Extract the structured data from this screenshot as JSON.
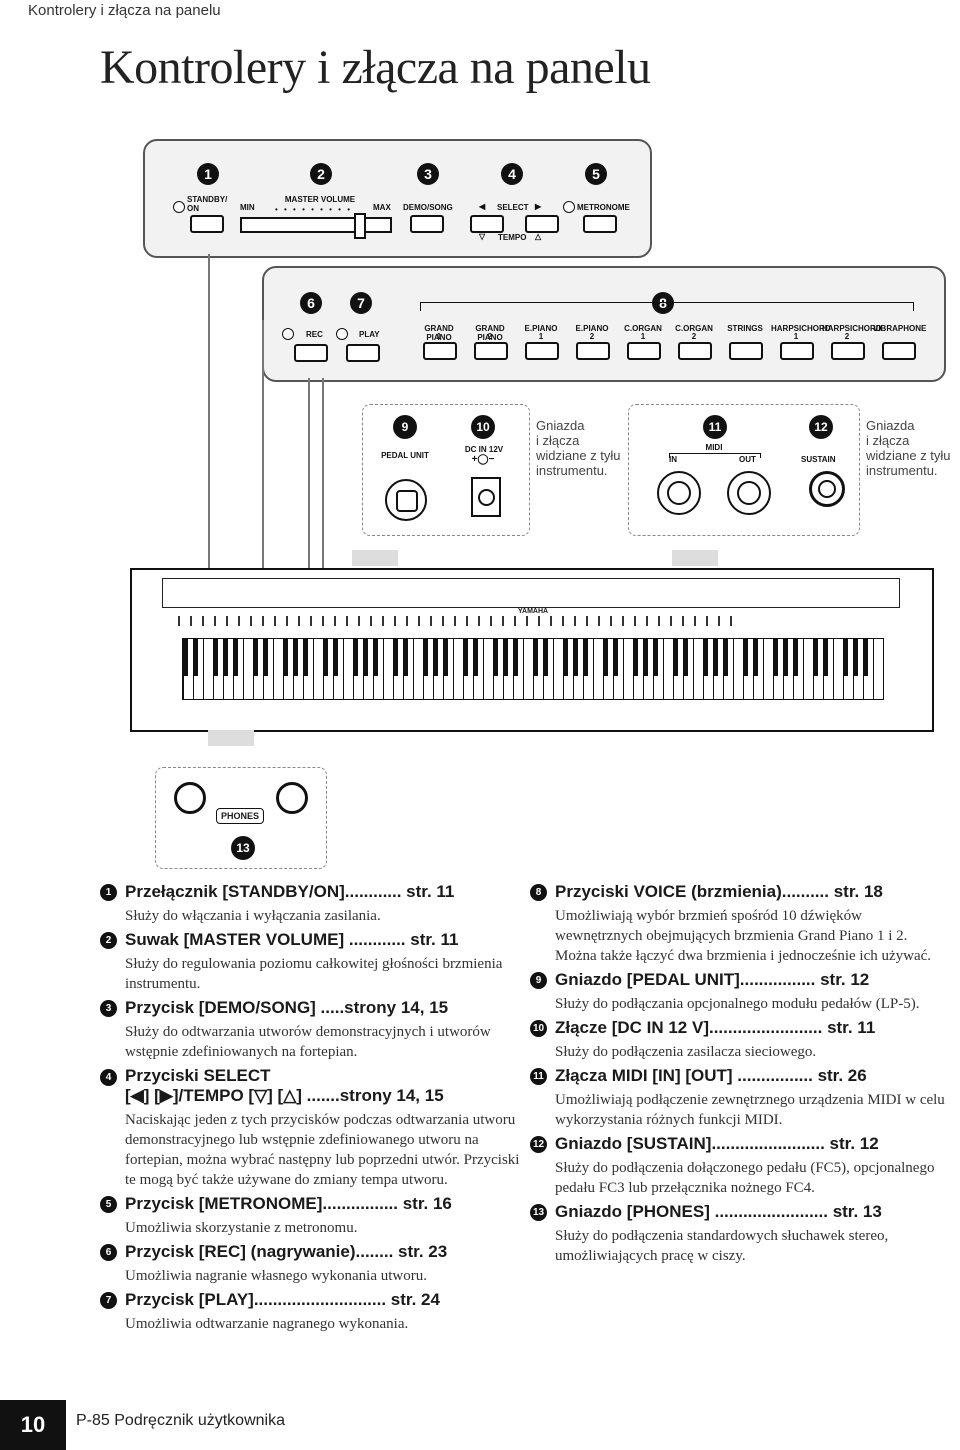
{
  "header": {
    "running_head": "Kontrolery i złącza na panelu",
    "title": "Kontrolery i złącza na panelu"
  },
  "panel1": {
    "numbers": [
      "1",
      "2",
      "3",
      "4",
      "5"
    ],
    "labels": {
      "standby": "STANDBY/\nON",
      "min": "MIN",
      "master_volume": "MASTER VOLUME",
      "max": "MAX",
      "demo_song": "DEMO/SONG",
      "select": "SELECT",
      "tempo": "TEMPO",
      "metronome": "METRONOME"
    }
  },
  "panel2": {
    "numbers": [
      "6",
      "7",
      "8"
    ],
    "labels": {
      "rec": "REC",
      "play": "PLAY"
    },
    "voices": [
      {
        "name": "GRAND PIANO",
        "sub": "1"
      },
      {
        "name": "GRAND PIANO",
        "sub": "2"
      },
      {
        "name": "E.PIANO",
        "sub": "1"
      },
      {
        "name": "E.PIANO",
        "sub": "2"
      },
      {
        "name": "C.ORGAN",
        "sub": "1"
      },
      {
        "name": "C.ORGAN",
        "sub": "2"
      },
      {
        "name": "STRINGS",
        "sub": ""
      },
      {
        "name": "HARPSICHORD",
        "sub": "1"
      },
      {
        "name": "HARPSICHORD",
        "sub": "2"
      },
      {
        "name": "VIBRAPHONE",
        "sub": ""
      }
    ]
  },
  "rear1": {
    "numbers": [
      "9",
      "10"
    ],
    "pedal_unit": "PEDAL UNIT",
    "dc_in": "DC IN 12V",
    "note": "Gniazda\ni złącza\nwidziane z tyłu\ninstrumentu."
  },
  "rear2": {
    "numbers": [
      "11",
      "12"
    ],
    "midi": "MIDI",
    "in": "IN",
    "out": "OUT",
    "sustain": "SUSTAIN",
    "note": "Gniazda\ni złącza\nwidziane z tyłu\ninstrumentu."
  },
  "piano": {
    "brand": "YAMAHA"
  },
  "phones": {
    "number": "13",
    "label": "PHONES"
  },
  "left_items": [
    {
      "n": "1",
      "title": "Przełącznik [STANDBY/ON]............ str. 11",
      "body": "Służy do włączania i wyłączania zasilania."
    },
    {
      "n": "2",
      "title": "Suwak [MASTER VOLUME] ............ str. 11",
      "body": "Służy do regulowania poziomu całkowitej głośności brzmienia instrumentu."
    },
    {
      "n": "3",
      "title": "Przycisk [DEMO/SONG] .....strony 14, 15",
      "body": "Służy do odtwarzania utworów demonstracyjnych i utworów wstępnie zdefiniowanych na fortepian."
    },
    {
      "n": "4",
      "title": "Przyciski SELECT\n[◀] [▶]/TEMPO [▽] [△] .......strony 14, 15",
      "body": "Naciskając jeden z tych przycisków podczas odtwarzania utworu demonstracyjnego lub wstępnie zdefiniowanego utworu na fortepian, można wybrać następny lub poprzedni utwór. Przyciski te mogą być także używane do zmiany tempa utworu."
    },
    {
      "n": "5",
      "title": "Przycisk [METRONOME]................ str. 16",
      "body": "Umożliwia skorzystanie z metronomu."
    },
    {
      "n": "6",
      "title": "Przycisk [REC] (nagrywanie)........ str. 23",
      "body": "Umożliwia nagranie własnego wykonania utworu."
    },
    {
      "n": "7",
      "title": "Przycisk [PLAY]............................ str. 24",
      "body": "Umożliwia odtwarzanie nagranego wykonania."
    }
  ],
  "right_items": [
    {
      "n": "8",
      "title": "Przyciski VOICE (brzmienia).......... str. 18",
      "body": "Umożliwiają wybór brzmień spośród 10 dźwięków wewnętrznych obejmujących brzmienia Grand Piano 1 i 2. Można także łączyć dwa brzmienia i jednocześnie ich używać."
    },
    {
      "n": "9",
      "title": "Gniazdo [PEDAL UNIT]................ str. 12",
      "body": "Służy do podłączania opcjonalnego modułu pedałów (LP-5)."
    },
    {
      "n": "10",
      "title": "Złącze [DC IN 12 V]........................ str. 11",
      "body": "Służy do podłączenia zasilacza sieciowego."
    },
    {
      "n": "11",
      "title": "Złącza MIDI [IN] [OUT] ................ str. 26",
      "body": "Umożliwiają podłączenie zewnętrznego urządzenia MIDI w celu wykorzystania różnych funkcji MIDI."
    },
    {
      "n": "12",
      "title": "Gniazdo [SUSTAIN]........................ str. 12",
      "body": "Służy do podłączenia dołączonego pedału (FC5), opcjonalnego pedału FC3 lub przełącznika nożnego FC4."
    },
    {
      "n": "13",
      "title": "Gniazdo [PHONES] ........................ str. 13",
      "body": "Służy do podłączenia standardowych słuchawek stereo, umożliwiających pracę w ciszy."
    }
  ],
  "footer": {
    "page_number": "10",
    "manual": "P-85 Podręcznik użytkownika"
  }
}
